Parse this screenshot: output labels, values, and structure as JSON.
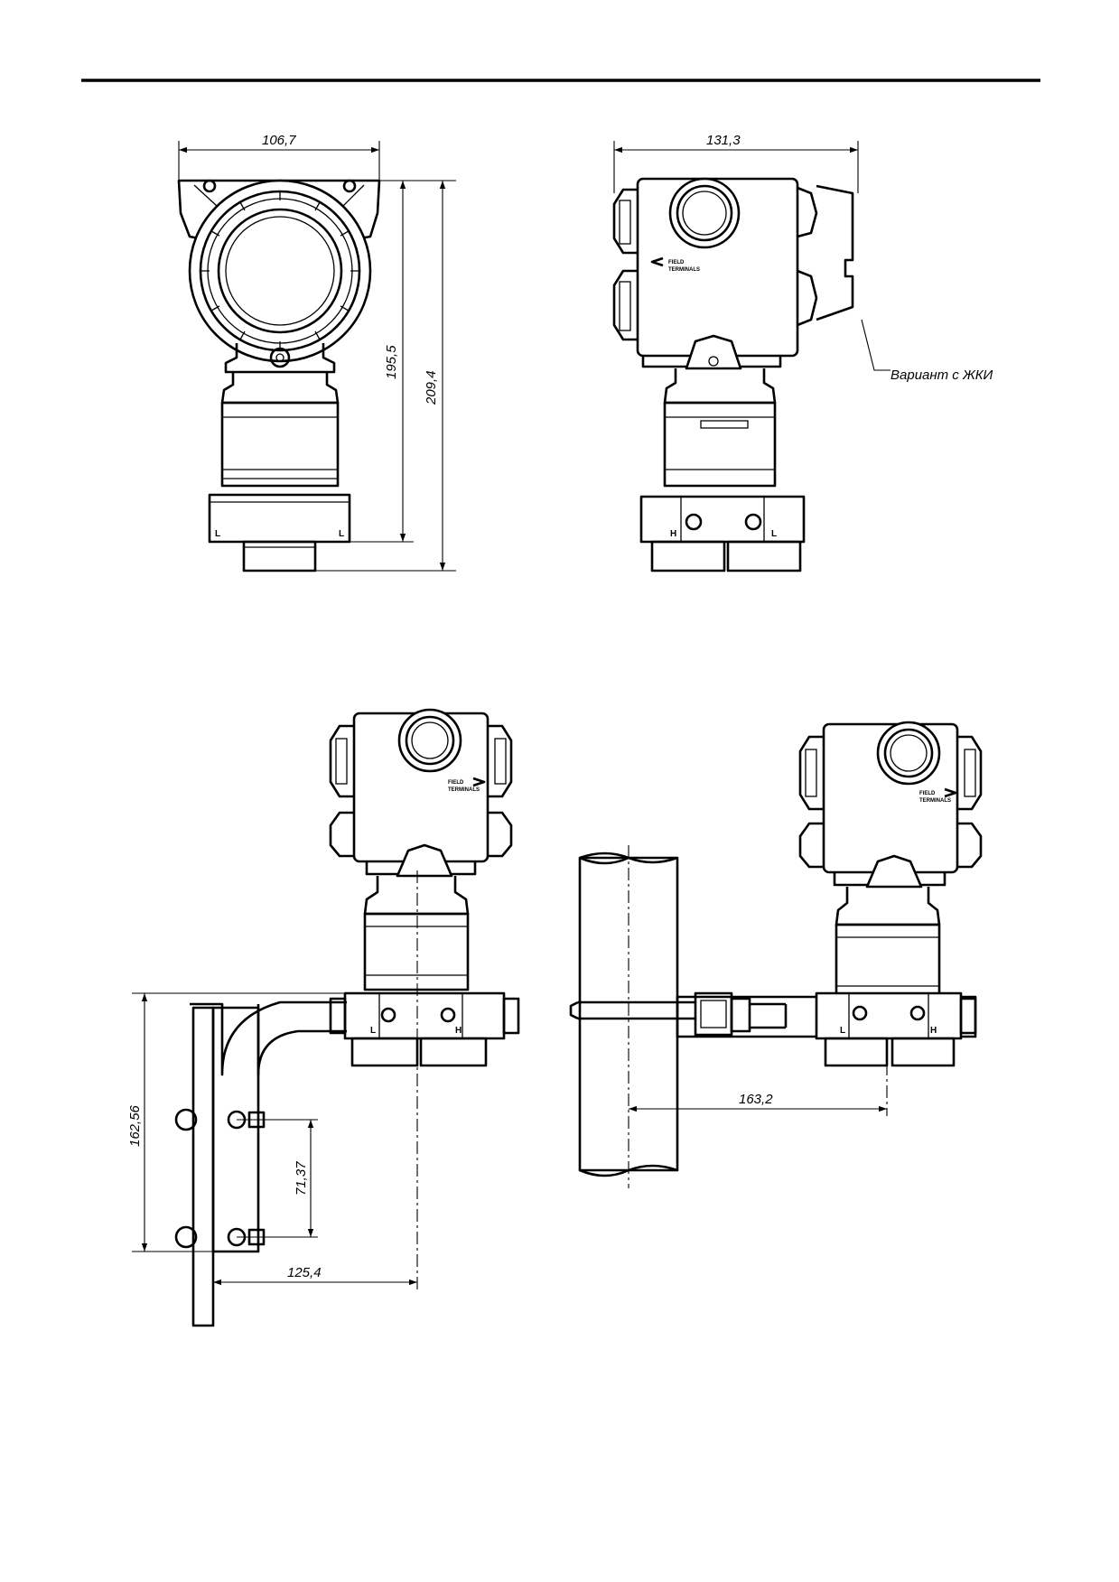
{
  "dimensions": {
    "front_width": "106,7",
    "front_height_body": "195,5",
    "front_height_total": "209,4",
    "side_width": "131,3",
    "bracket_height": "162,56",
    "bolt_spacing": "71,37",
    "bracket_offset": "125,4",
    "pipe_offset": "163,2"
  },
  "labels": {
    "lcd_variant": "Вариант с ЖКИ",
    "port_low": "L",
    "port_high": "H",
    "terminal_marking_line1": "FIELD",
    "terminal_marking_line2": "TERMINALS"
  }
}
